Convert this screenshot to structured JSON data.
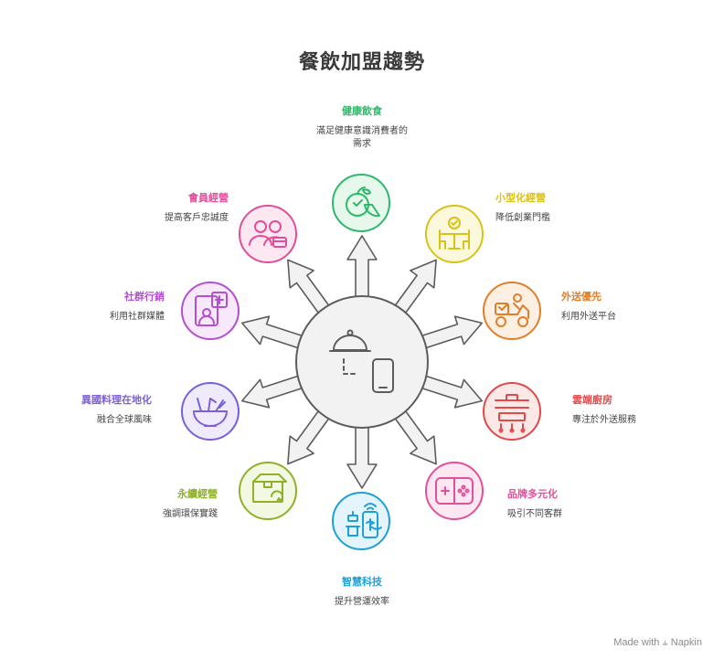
{
  "title": "餐飲加盟趨勢",
  "footer": {
    "made_with": "Made with",
    "brand": "Napkin"
  },
  "items": [
    {
      "title": "健康飲食",
      "desc": "滿足健康意識消費者的需求",
      "color": "#2fb86b",
      "fill": "#e6f7ec",
      "icon": "fruit-icon"
    },
    {
      "title": "小型化經營",
      "desc": "降低創業門檻",
      "color": "#d8c21a",
      "fill": "#fcf8dc",
      "icon": "bistro-table-icon"
    },
    {
      "title": "外送優先",
      "desc": "利用外送平台",
      "color": "#e07f2a",
      "fill": "#fdf0e2",
      "icon": "delivery-scooter-icon"
    },
    {
      "title": "雲端廚房",
      "desc": "專注於外送服務",
      "color": "#e04a4a",
      "fill": "#fde8e8",
      "icon": "kitchen-icon"
    },
    {
      "title": "品牌多元化",
      "desc": "吸引不同客群",
      "color": "#e2509b",
      "fill": "#fde8f2",
      "icon": "game-controller-icon"
    },
    {
      "title": "智慧科技",
      "desc": "提升營運效率",
      "color": "#1f9fd8",
      "fill": "#e3f4fc",
      "icon": "smart-payment-icon"
    },
    {
      "title": "永續經營",
      "desc": "強調環保實踐",
      "color": "#8fb12a",
      "fill": "#f3f8e2",
      "icon": "recycle-box-icon"
    },
    {
      "title": "異國料理在地化",
      "desc": "融合全球風味",
      "color": "#7d5fd8",
      "fill": "#efeafc",
      "icon": "food-bowl-icon"
    },
    {
      "title": "社群行銷",
      "desc": "利用社群媒體",
      "color": "#b44fd0",
      "fill": "#f7e8fb",
      "icon": "social-post-icon"
    },
    {
      "title": "會員經營",
      "desc": "提高客戶忠誠度",
      "color": "#e04e9a",
      "fill": "#fde8f2",
      "icon": "members-icon"
    }
  ]
}
